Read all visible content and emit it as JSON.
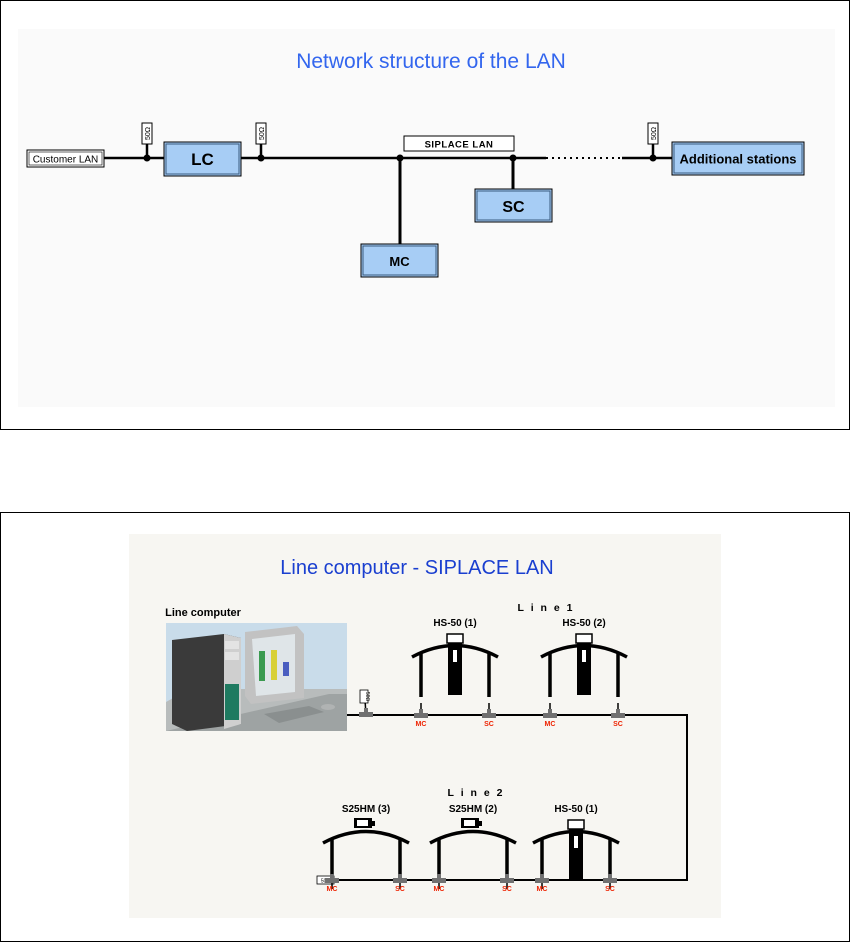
{
  "figure1": {
    "title": "Network structure of the LAN",
    "customer_lan": "Customer LAN",
    "bus_label": "SIPLACE LAN",
    "terminator": "50Ω",
    "nodes": {
      "lc": "LC",
      "mc": "MC",
      "sc": "SC",
      "additional": "Additional stations"
    }
  },
  "figure2": {
    "title": "Line computer - SIPLACE LAN",
    "computer_label": "Line computer",
    "terminator": "50Ω",
    "line1": {
      "label": "L i n e  1",
      "machines": [
        {
          "name": "HS-50 (1)",
          "type": "HS-50",
          "ports": [
            "MC",
            "SC"
          ]
        },
        {
          "name": "HS-50 (2)",
          "type": "HS-50",
          "ports": [
            "MC",
            "SC"
          ]
        }
      ]
    },
    "line2": {
      "label": "L i n e  2",
      "machines": [
        {
          "name": "S25HM (3)",
          "type": "S25HM",
          "ports": [
            "MC",
            "SC"
          ]
        },
        {
          "name": "S25HM (2)",
          "type": "S25HM",
          "ports": [
            "MC",
            "SC"
          ]
        },
        {
          "name": "HS-50 (1)",
          "type": "HS-50",
          "ports": [
            "MC",
            "SC"
          ]
        }
      ]
    }
  },
  "colors": {
    "title_blue_1": "#3366ee",
    "title_blue_2": "#1a3fd0",
    "node_fill": "#a7cdf5",
    "port_red": "#ee2200"
  }
}
